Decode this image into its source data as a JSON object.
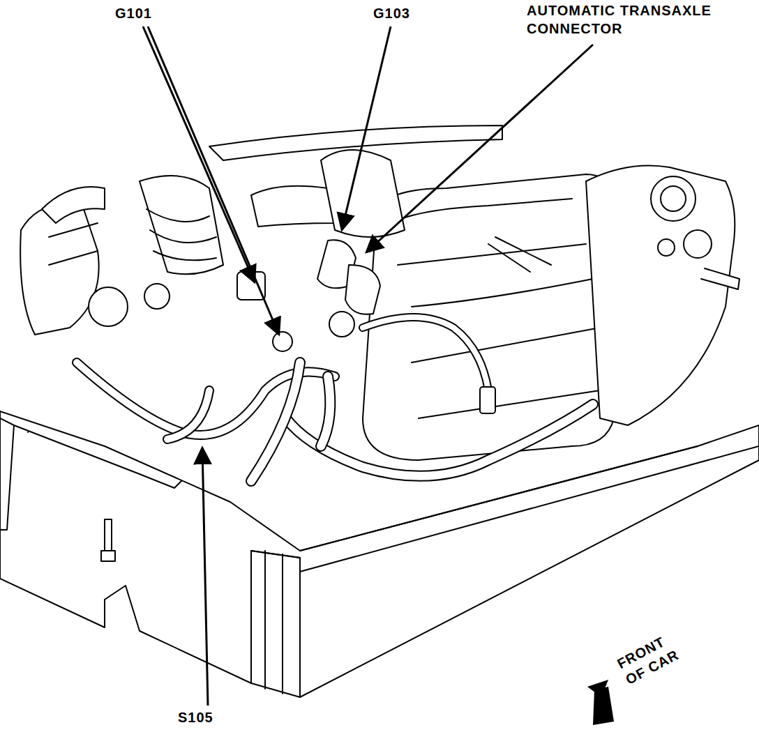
{
  "diagram": {
    "labels": [
      "G101",
      "G103",
      "AUTOMATIC TRANSAXLE CONNECTOR",
      "S105",
      "FRONT OF CAR"
    ]
  }
}
